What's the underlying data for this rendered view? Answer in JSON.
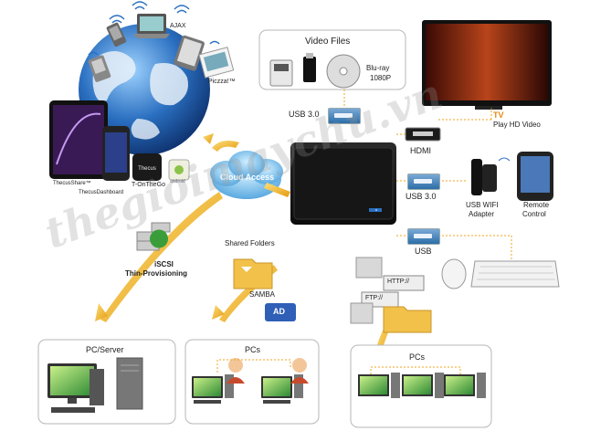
{
  "header": {},
  "globe_labels": {
    "ajax": "AJAX",
    "piczza": "Piczza!™",
    "thecus_share": "ThecusShare™",
    "thecus_dashboard": "ThecusDashboard",
    "t_onthego": "T-OnTheGo",
    "android": "android"
  },
  "cloud": {
    "label": "Cloud Access"
  },
  "video": {
    "title": "Video Files",
    "bluray": "Blu-ray",
    "res": "1080P",
    "port": "USB 3.0"
  },
  "tv": {
    "title": "TV",
    "subtitle": "Play HD Video",
    "hdmi": "HDMI"
  },
  "usb_right": {
    "port": "USB 3.0",
    "wifi_label": "USB WIFI",
    "wifi_label2": "Adapter",
    "remote": "Remote",
    "remote2": "Control"
  },
  "usb_lower": {
    "port": "USB"
  },
  "left_iscsi": {
    "line1": "iSCSI",
    "line2": "Thin-Provisioning"
  },
  "shared": {
    "title": "Shared Folders",
    "samba": "SAMBA",
    "ad": "AD"
  },
  "protocols": {
    "http": "HTTP://",
    "ftp": "FTP://"
  },
  "bottom": {
    "pc_server": "PC/Server",
    "pcs1": "PCs",
    "pcs2": "PCs"
  },
  "watermark": {
    "text": "thegioimaychu.vn"
  },
  "colors": {
    "accent_orange": "#f2a31c",
    "port_blue": "#2c6ea8",
    "globe_blue": "#2a6fc0",
    "ad_blue": "#2f5fb7",
    "tv_red": "#d04010"
  }
}
